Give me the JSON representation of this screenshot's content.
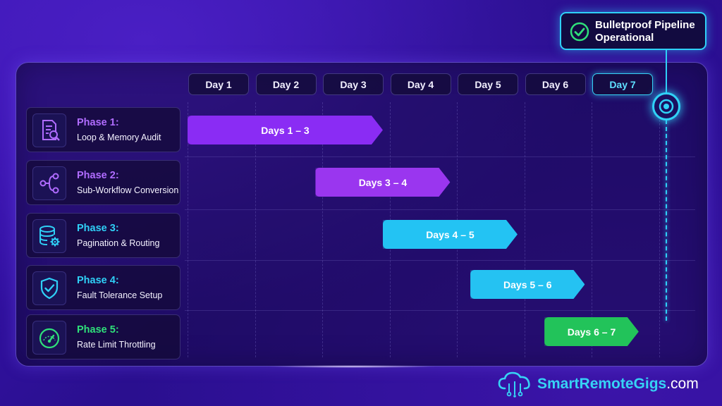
{
  "chart_data": {
    "type": "gantt",
    "categories": [
      "Day 1",
      "Day 2",
      "Day 3",
      "Day 4",
      "Day 5",
      "Day 6",
      "Day 7"
    ],
    "highlighted_day": "Day 7",
    "tasks": [
      {
        "phase": "Phase 1:",
        "name": "Loop & Memory Audit",
        "label": "Days 1 – 3",
        "start": 1,
        "end": 3.9,
        "color": "#8a2cf4",
        "title_color": "#b06cff",
        "icon": "document-search-icon"
      },
      {
        "phase": "Phase 2:",
        "name": "Sub-Workflow Conversion",
        "label": "Days 3 – 4",
        "start": 2.9,
        "end": 4.9,
        "color": "#9a36ef",
        "title_color": "#b06cff",
        "icon": "workflow-nodes-icon"
      },
      {
        "phase": "Phase 3:",
        "name": "Pagination & Routing",
        "label": "Days 4 – 5",
        "start": 3.9,
        "end": 5.9,
        "color": "#23c3f3",
        "title_color": "#2fd0f7",
        "icon": "database-gear-icon"
      },
      {
        "phase": "Phase 4:",
        "name": "Fault Tolerance Setup",
        "label": "Days 5 – 6",
        "start": 5.2,
        "end": 6.9,
        "color": "#25c2f2",
        "title_color": "#2fd0f7",
        "icon": "shield-check-icon"
      },
      {
        "phase": "Phase 5:",
        "name": "Rate Limit Throttling",
        "label": "Days 6 – 7",
        "start": 6.3,
        "end": 7.7,
        "color": "#22c35a",
        "title_color": "#2fe07a",
        "icon": "speedometer-icon"
      }
    ],
    "milestone": {
      "label": "Bulletproof Pipeline Operational",
      "day": "Day 7",
      "color": "#2fd0f7"
    }
  },
  "brand": {
    "prefix": "SmartRemoteGigs",
    "suffix": ".com",
    "icon": "cloud-circuit-icon"
  }
}
